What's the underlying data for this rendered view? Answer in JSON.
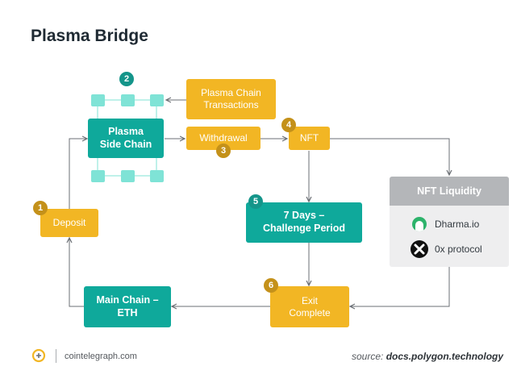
{
  "title": "Plasma Bridge",
  "nodes": {
    "plasma_side_chain": "Plasma\nSide Chain",
    "plasma_chain_transactions": "Plasma Chain\nTransactions",
    "withdrawal": "Withdrawal",
    "nft": "NFT",
    "deposit": "Deposit",
    "challenge_period": "7 Days –\nChallenge Period",
    "main_chain": "Main Chain –\nETH",
    "exit_complete": "Exit\nComplete"
  },
  "badges": {
    "b1": "1",
    "b2": "2",
    "b3": "3",
    "b4": "4",
    "b5": "5",
    "b6": "6"
  },
  "nft_liquidity": {
    "title": "NFT Liquidity",
    "items": [
      "Dharma.io",
      "0x protocol"
    ]
  },
  "footer": {
    "brand": "cointelegraph.com",
    "source_prefix": "source:",
    "source_link": "docs.polygon.technology"
  },
  "colors": {
    "teal": "#0fa99b",
    "yellow": "#f2b624",
    "grey_header": "#b4b6b9"
  },
  "icons": [
    "dharma-icon",
    "0x-protocol-icon",
    "cointelegraph-logo-icon"
  ]
}
